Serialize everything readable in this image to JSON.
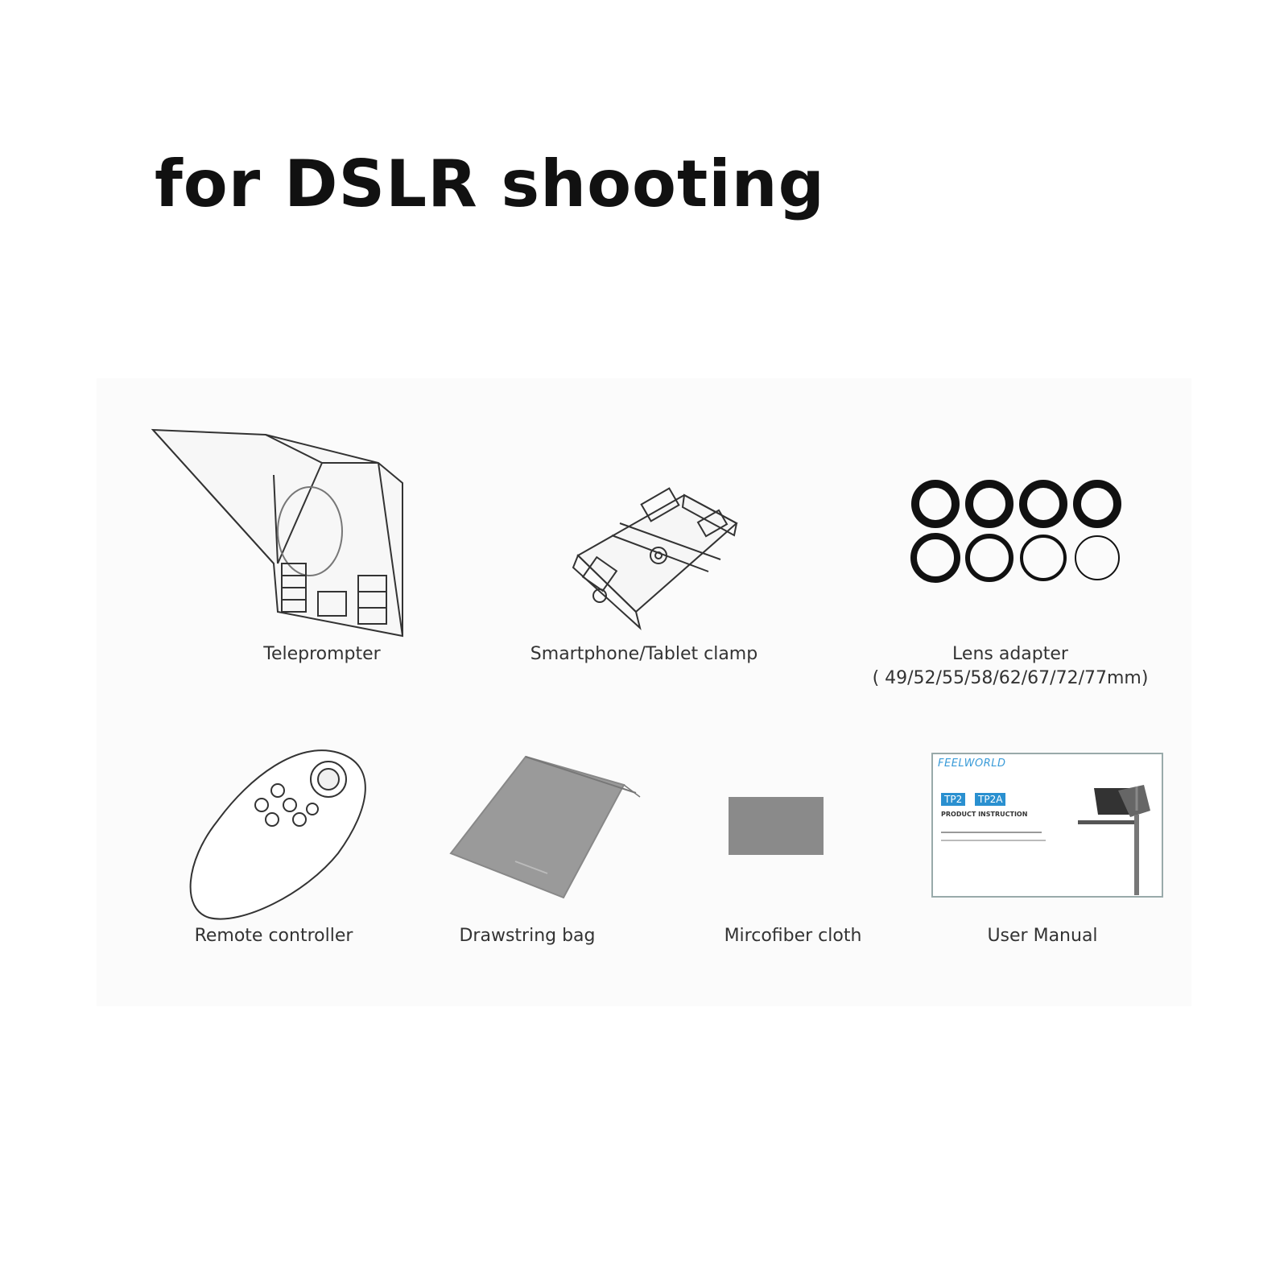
{
  "heading": "for DSLR shooting",
  "items": [
    {
      "label": "Teleprompter"
    },
    {
      "label": "Smartphone/Tablet clamp"
    },
    {
      "label": "Lens adapter",
      "sublabel": "( 49/52/55/58/62/67/72/77mm)"
    },
    {
      "label": "Remote controller"
    },
    {
      "label": "Drawstring bag"
    },
    {
      "label": "Mircofiber cloth"
    },
    {
      "label": "User Manual"
    }
  ],
  "manual": {
    "brand": "FEELWORLD",
    "badges": [
      "TP2",
      "TP2A"
    ],
    "title": "PRODUCT INSTRUCTION"
  },
  "colors": {
    "line_art": "#333333",
    "cloth": "#8a8a8a",
    "bag": "#9a9a9a",
    "badge": "#2a90d0"
  }
}
